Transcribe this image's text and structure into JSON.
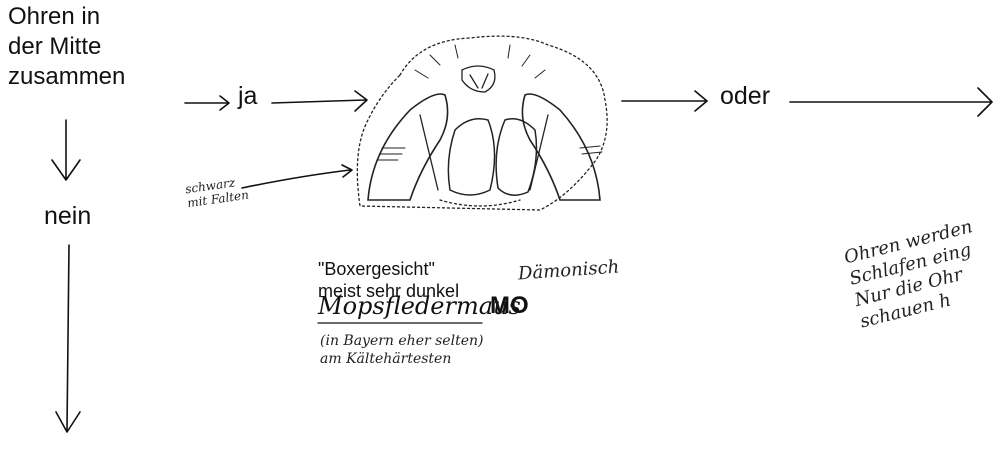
{
  "question": {
    "lines": [
      "Ohren in",
      "der Mitte",
      "zusammen"
    ]
  },
  "flow": {
    "ja": "ja",
    "oder": "oder",
    "nein": "nein"
  },
  "annotation": {
    "line1": "schwarz",
    "line2": "mit Falten"
  },
  "description": {
    "line1": "\"Boxergesicht\"",
    "line2": "meist sehr dunkel"
  },
  "note_daemonisch": "Dämonisch",
  "species": {
    "name": "Mopsfledermaus",
    "code": "MO"
  },
  "remark": {
    "line1": "(in Bayern eher selten)",
    "line2": "am Kältehärtesten"
  },
  "side_note": {
    "line1": "Ohren werden",
    "line2": "Schlafen eing",
    "line3": "Nur die Ohr",
    "line4": "schauen h"
  }
}
